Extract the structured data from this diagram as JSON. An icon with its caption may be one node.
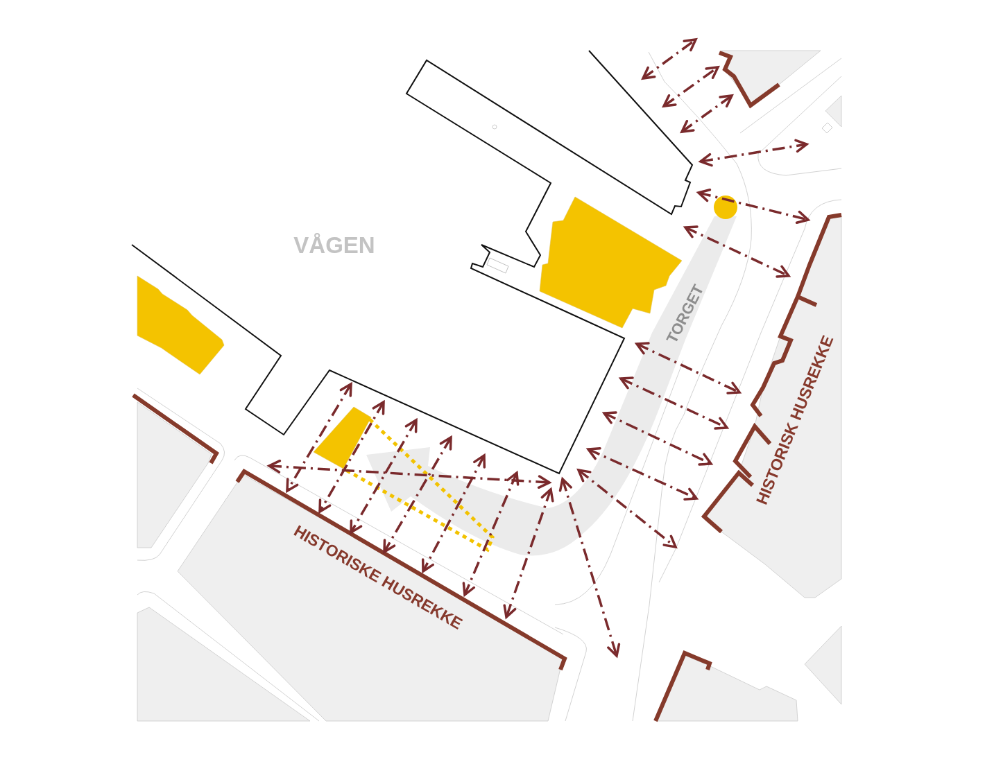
{
  "diagram": {
    "labels": [
      "VÅGEN",
      "TORGET",
      "HISTORISK HUSREKKE",
      "HISTORISKE HUSREKKE"
    ]
  }
}
